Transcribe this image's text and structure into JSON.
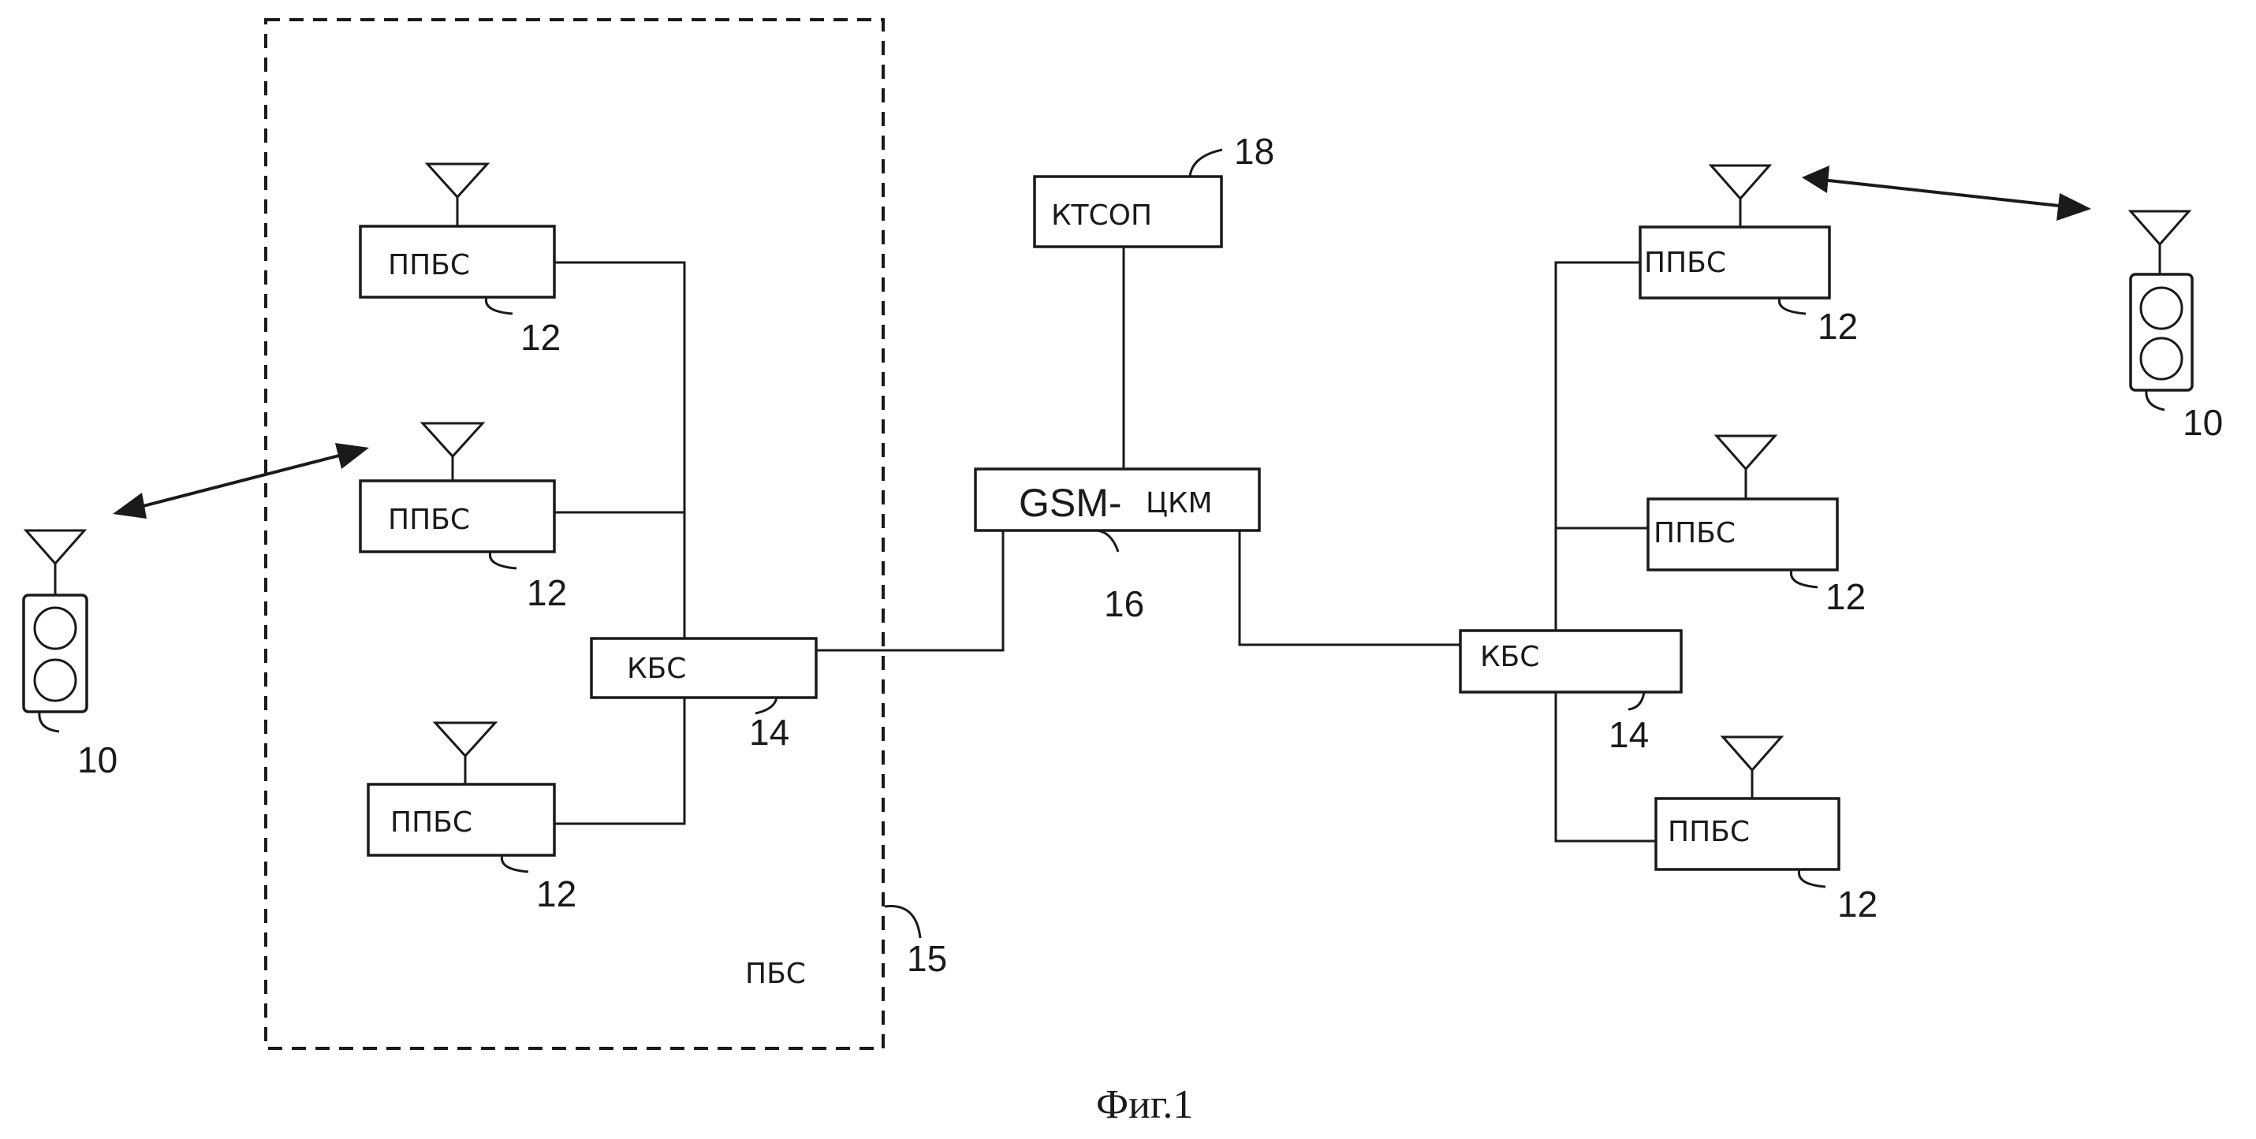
{
  "figure": {
    "caption": "Фиг.1"
  },
  "labels": {
    "ppbs": "ППБС",
    "kbs": "КБС",
    "ktsop": "КТСОП",
    "gsm": "GSM-",
    "tskm": "ЦКМ",
    "pbs": "ПБС"
  },
  "refs": {
    "mobile": "10",
    "ppbs": "12",
    "kbs": "14",
    "pbs": "15",
    "gsm_tskm": "16",
    "ktsop": "18"
  }
}
